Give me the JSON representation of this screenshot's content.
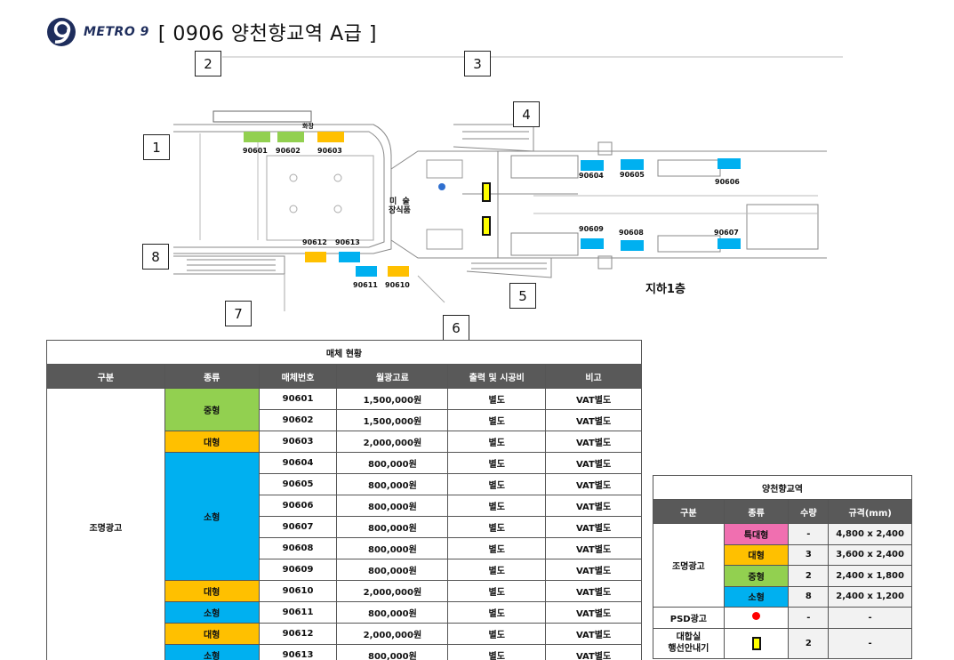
{
  "header": {
    "logo_text": "METRO 9",
    "title": "[ 0906  양천향교역 A급 ]"
  },
  "map": {
    "gates": [
      "1",
      "2",
      "3",
      "4",
      "5",
      "6",
      "7",
      "8"
    ],
    "floor_label": "지하1층",
    "text_art": "미  술\n장식품",
    "text_wc": "화장",
    "slots": [
      "90601",
      "90602",
      "90603",
      "90604",
      "90605",
      "90606",
      "90607",
      "90608",
      "90609",
      "90610",
      "90611",
      "90612",
      "90613"
    ]
  },
  "main_table": {
    "caption": "매체 현황",
    "headers": [
      "구분",
      "종류",
      "매체번호",
      "월광고료",
      "출력 및 시공비",
      "비고"
    ],
    "category": "조명광고",
    "types": {
      "mid": "중형",
      "large": "대형",
      "small": "소형"
    },
    "rows": [
      {
        "id": "90601",
        "fee": "1,500,000원",
        "cost": "별도",
        "note": "VAT별도"
      },
      {
        "id": "90602",
        "fee": "1,500,000원",
        "cost": "별도",
        "note": "VAT별도"
      },
      {
        "id": "90603",
        "fee": "2,000,000원",
        "cost": "별도",
        "note": "VAT별도"
      },
      {
        "id": "90604",
        "fee": "800,000원",
        "cost": "별도",
        "note": "VAT별도"
      },
      {
        "id": "90605",
        "fee": "800,000원",
        "cost": "별도",
        "note": "VAT별도"
      },
      {
        "id": "90606",
        "fee": "800,000원",
        "cost": "별도",
        "note": "VAT별도"
      },
      {
        "id": "90607",
        "fee": "800,000원",
        "cost": "별도",
        "note": "VAT별도"
      },
      {
        "id": "90608",
        "fee": "800,000원",
        "cost": "별도",
        "note": "VAT별도"
      },
      {
        "id": "90609",
        "fee": "800,000원",
        "cost": "별도",
        "note": "VAT별도"
      },
      {
        "id": "90610",
        "fee": "2,000,000원",
        "cost": "별도",
        "note": "VAT별도"
      },
      {
        "id": "90611",
        "fee": "800,000원",
        "cost": "별도",
        "note": "VAT별도"
      },
      {
        "id": "90612",
        "fee": "2,000,000원",
        "cost": "별도",
        "note": "VAT별도"
      },
      {
        "id": "90613",
        "fee": "800,000원",
        "cost": "별도",
        "note": "VAT별도"
      }
    ]
  },
  "summary_table": {
    "caption": "양천향교역",
    "headers": [
      "구분",
      "종류",
      "수량",
      "규격(mm)"
    ],
    "category1": "조명광고",
    "rows": [
      {
        "type": "특대형",
        "qty": "-",
        "spec": "4,800 x 2,400"
      },
      {
        "type": "대형",
        "qty": "3",
        "spec": "3,600 x 2,400"
      },
      {
        "type": "중형",
        "qty": "2",
        "spec": "2,400 x 1,800"
      },
      {
        "type": "소형",
        "qty": "8",
        "spec": "2,400 x 1,200"
      }
    ],
    "psd": {
      "label": "PSD광고",
      "qty": "-",
      "spec": "-"
    },
    "guide": {
      "label_line1": "대합실",
      "label_line2": "행선안내기",
      "qty": "2",
      "spec": "-"
    }
  },
  "colors": {
    "mid": "#92d050",
    "large": "#ffc000",
    "small": "#00b0f0",
    "special": "#f06fb0",
    "header_bg": "#595959",
    "logo": "#1e2d5c"
  }
}
